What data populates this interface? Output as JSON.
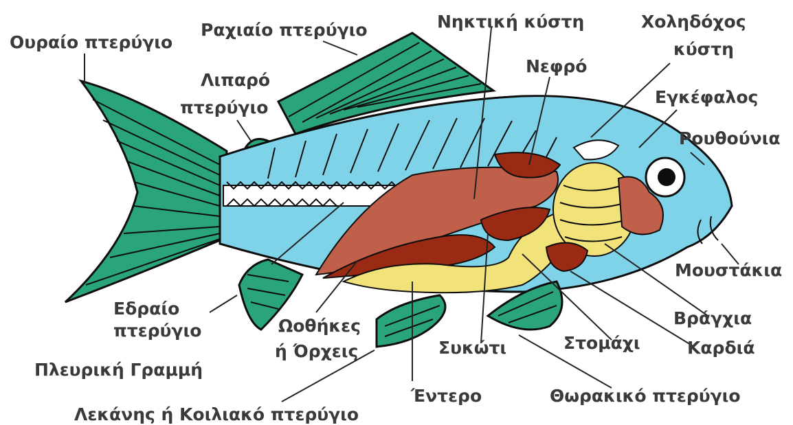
{
  "labels": {
    "caudal_fin": "Ουραίο πτερύγιο",
    "dorsal_fin": "Ραχιαίο πτερύγιο",
    "swim_bladder": "Νηκτική κύστη",
    "gall_bladder_1": "Χοληδόχος",
    "gall_bladder_2": "κύστη",
    "adipose_fin_1": "Λιπαρό",
    "adipose_fin_2": "πτερύγιο",
    "kidney": "Νεφρό",
    "brain": "Εγκέφαλος",
    "nostrils": "Ρουθούνια",
    "barbels": "Μουστάκια",
    "gills": "Βράγχια",
    "heart": "Καρδιά",
    "stomach": "Στομάχι",
    "liver": "Συκώτι",
    "gonads_1": "Ωοθήκες",
    "gonads_2": "ή Όρχεις",
    "anal_fin_1": "Εδραίο",
    "anal_fin_2": "πτερύγιο",
    "lateral_line": "Πλευρική Γραμμή",
    "intestine": "Έντερο",
    "pelvic_fin": "Λεκάνης ή Κοιλιακό πτερύγιο",
    "pectoral_fin": "Θωρακικό πτερύγιο"
  },
  "colors": {
    "body": "#7fd3e8",
    "fin": "#2aa57a",
    "muscle": "#c0604a",
    "dark_organ": "#9b2a14",
    "yellow_organ": "#f2e27a",
    "outline": "#0d0d0d",
    "label_text": "#3a3a3a"
  }
}
